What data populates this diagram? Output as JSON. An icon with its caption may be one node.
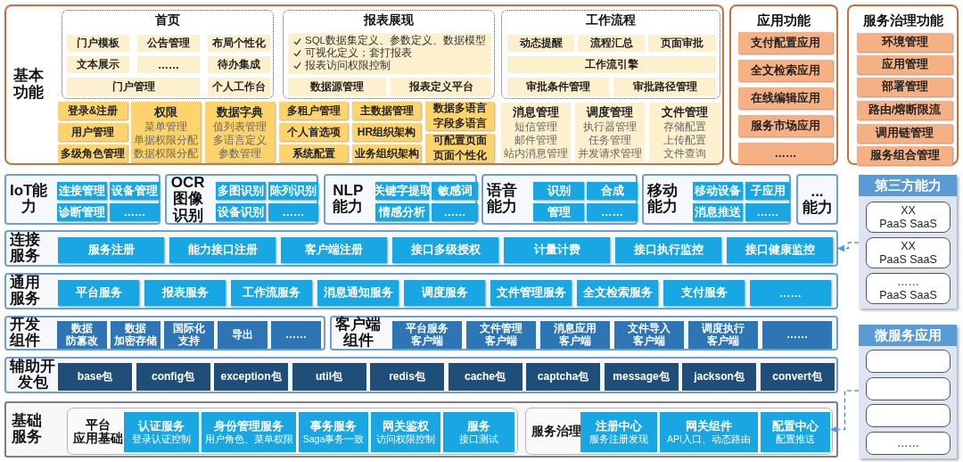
{
  "diagram": {
    "nodes": [
      {
        "text": [
          "基本功能"
        ]
      },
      {
        "text": [
          "首页"
        ],
        "in": 0
      },
      {
        "text": [
          "门户模板"
        ],
        "in": 1
      },
      {
        "text": [
          "公告管理"
        ],
        "in": 1
      },
      {
        "text": [
          "布局个性化"
        ],
        "in": 1
      },
      {
        "text": [
          "文本展示"
        ],
        "in": 1
      },
      {
        "text": [
          "……"
        ],
        "in": 1
      },
      {
        "text": [
          "待办集成"
        ],
        "in": 1
      },
      {
        "text": [
          "门户管理"
        ],
        "in": 1
      },
      {
        "text": [
          "个人工作台"
        ],
        "in": 1
      },
      {
        "text": [
          "报表展现"
        ],
        "in": 0
      },
      {
        "text": [
          "SQL数据集定义、参数定义、数据模型",
          "可视化定义；套打报表",
          "报表访问权限控制"
        ],
        "in": 10
      },
      {
        "text": [
          "数据源管理"
        ],
        "in": 10
      },
      {
        "text": [
          "报表定义平台"
        ],
        "in": 10
      },
      {
        "text": [
          "工作流程"
        ],
        "in": 0
      },
      {
        "text": [
          "动态提醒"
        ],
        "in": 14
      },
      {
        "text": [
          "流程汇总"
        ],
        "in": 14
      },
      {
        "text": [
          "页面审批"
        ],
        "in": 14
      },
      {
        "text": [
          "工作流引擎"
        ],
        "in": 14
      },
      {
        "text": [
          "审批条件管理"
        ],
        "in": 14
      },
      {
        "text": [
          "审批路径管理"
        ],
        "in": 14
      },
      {
        "text": [
          "登录&注册"
        ],
        "in": 0
      },
      {
        "text": [
          "用户管理"
        ],
        "in": 0
      },
      {
        "text": [
          "多级角色管理"
        ],
        "in": 0
      },
      {
        "text": [
          "权限",
          "菜单管理",
          "单据权限分配",
          "数据权限分配"
        ],
        "in": 0
      },
      {
        "text": [
          "数据字典",
          "值列表管理",
          "多语言定义",
          "参数管理"
        ],
        "in": 0
      },
      {
        "text": [
          "多租户管理"
        ],
        "in": 0
      },
      {
        "text": [
          "个人首选项"
        ],
        "in": 0
      },
      {
        "text": [
          "系统配置"
        ],
        "in": 0
      },
      {
        "text": [
          "主数据管理"
        ],
        "in": 0
      },
      {
        "text": [
          "HR组织架构"
        ],
        "in": 0
      },
      {
        "text": [
          "业务组织架构"
        ],
        "in": 0
      },
      {
        "text": [
          "数据多语言",
          "字段多语言"
        ],
        "in": 0
      },
      {
        "text": [
          "可配置页面",
          "页面个性化"
        ],
        "in": 0
      },
      {
        "text": [
          "消息管理",
          "短信管理",
          "邮件管理",
          "站内消息管理"
        ],
        "in": 0
      },
      {
        "text": [
          "调度管理",
          "执行器管理",
          "任务管理",
          "并发请求管理"
        ],
        "in": 0
      },
      {
        "text": [
          "文件管理",
          "存储配置",
          "上传配置",
          "文件查询"
        ],
        "in": 0
      },
      {
        "text": [
          "应用功能"
        ]
      },
      {
        "text": [
          "支付配置应用"
        ],
        "in": 37
      },
      {
        "text": [
          "全文检索应用"
        ],
        "in": 37
      },
      {
        "text": [
          "在线编辑应用"
        ],
        "in": 37
      },
      {
        "text": [
          "服务市场应用"
        ],
        "in": 37
      },
      {
        "text": [
          "……"
        ],
        "in": 37
      },
      {
        "text": [
          "服务治理功能"
        ]
      },
      {
        "text": [
          "环境管理"
        ],
        "in": 43
      },
      {
        "text": [
          "应用管理"
        ],
        "in": 43
      },
      {
        "text": [
          "部署管理"
        ],
        "in": 43
      },
      {
        "text": [
          "路由/熔断限流"
        ],
        "in": 43
      },
      {
        "text": [
          "调用链管理"
        ],
        "in": 43
      },
      {
        "text": [
          "服务组合管理"
        ],
        "in": 43
      },
      {
        "text": [
          "IoT能力"
        ]
      },
      {
        "text": [
          "连接管理"
        ],
        "in": 50
      },
      {
        "text": [
          "设备管理"
        ],
        "in": 50
      },
      {
        "text": [
          "诊断管理"
        ],
        "in": 50
      },
      {
        "text": [
          "……"
        ],
        "in": 50
      },
      {
        "text": [
          "OCR图像识别"
        ]
      },
      {
        "text": [
          "多图识别"
        ],
        "in": 55
      },
      {
        "text": [
          "陈列识别"
        ],
        "in": 55
      },
      {
        "text": [
          "设备识别"
        ],
        "in": 55
      },
      {
        "text": [
          "……"
        ],
        "in": 55
      },
      {
        "text": [
          "NLP能力"
        ]
      },
      {
        "text": [
          "关键字提取"
        ],
        "in": 60
      },
      {
        "text": [
          "敏感词"
        ],
        "in": 60
      },
      {
        "text": [
          "情感分析"
        ],
        "in": 60
      },
      {
        "text": [
          "……"
        ],
        "in": 60
      },
      {
        "text": [
          "语音能力"
        ]
      },
      {
        "text": [
          "识别"
        ],
        "in": 65
      },
      {
        "text": [
          "合成"
        ],
        "in": 65
      },
      {
        "text": [
          "管理"
        ],
        "in": 65
      },
      {
        "text": [
          "……"
        ],
        "in": 65
      },
      {
        "text": [
          "移动能力"
        ]
      },
      {
        "text": [
          "移动设备"
        ],
        "in": 70
      },
      {
        "text": [
          "子应用"
        ],
        "in": 70
      },
      {
        "text": [
          "消息推送"
        ],
        "in": 70
      },
      {
        "text": [
          "……"
        ],
        "in": 70
      },
      {
        "text": [
          "...",
          "能力"
        ]
      },
      {
        "text": [
          "连接服务"
        ]
      },
      {
        "text": [
          "服务注册"
        ],
        "in": 76
      },
      {
        "text": [
          "能力接口注册"
        ],
        "in": 76
      },
      {
        "text": [
          "客户端注册"
        ],
        "in": 76
      },
      {
        "text": [
          "接口多级授权"
        ],
        "in": 76
      },
      {
        "text": [
          "计量计费"
        ],
        "in": 76
      },
      {
        "text": [
          "接口执行监控"
        ],
        "in": 76
      },
      {
        "text": [
          "接口健康监控"
        ],
        "in": 76
      },
      {
        "text": [
          "通用服务"
        ]
      },
      {
        "text": [
          "平台服务"
        ],
        "in": 84
      },
      {
        "text": [
          "报表服务"
        ],
        "in": 84
      },
      {
        "text": [
          "工作流服务"
        ],
        "in": 84
      },
      {
        "text": [
          "消息通知服务"
        ],
        "in": 84
      },
      {
        "text": [
          "调度服务"
        ],
        "in": 84
      },
      {
        "text": [
          "文件管理服务"
        ],
        "in": 84
      },
      {
        "text": [
          "全文检索服务"
        ],
        "in": 84
      },
      {
        "text": [
          "支付服务"
        ],
        "in": 84
      },
      {
        "text": [
          "……"
        ],
        "in": 84
      },
      {
        "text": [
          "开发组件"
        ]
      },
      {
        "text": [
          "数据",
          "防篡改"
        ],
        "in": 94
      },
      {
        "text": [
          "数据",
          "加密存储"
        ],
        "in": 94
      },
      {
        "text": [
          "国际化",
          "支持"
        ],
        "in": 94
      },
      {
        "text": [
          "导出"
        ],
        "in": 94
      },
      {
        "text": [
          "……"
        ],
        "in": 94
      },
      {
        "text": [
          "客户端组件"
        ]
      },
      {
        "text": [
          "平台服务",
          "客户端"
        ],
        "in": 100
      },
      {
        "text": [
          "文件管理",
          "客户端"
        ],
        "in": 100
      },
      {
        "text": [
          "消息应用",
          "客户端"
        ],
        "in": 100
      },
      {
        "text": [
          "文件导入",
          "客户端"
        ],
        "in": 100
      },
      {
        "text": [
          "调度执行",
          "客户端"
        ],
        "in": 100
      },
      {
        "text": [
          "……"
        ],
        "in": 100
      },
      {
        "text": [
          "辅助开发包"
        ]
      },
      {
        "text": [
          "base包"
        ],
        "in": 107
      },
      {
        "text": [
          "config包"
        ],
        "in": 107
      },
      {
        "text": [
          "exception包"
        ],
        "in": 107
      },
      {
        "text": [
          "util包"
        ],
        "in": 107
      },
      {
        "text": [
          "redis包"
        ],
        "in": 107
      },
      {
        "text": [
          "cache包"
        ],
        "in": 107
      },
      {
        "text": [
          "captcha包"
        ],
        "in": 107
      },
      {
        "text": [
          "message包"
        ],
        "in": 107
      },
      {
        "text": [
          "jackson包"
        ],
        "in": 107
      },
      {
        "text": [
          "convert包"
        ],
        "in": 107
      },
      {
        "text": [
          "基础服务"
        ]
      },
      {
        "text": [
          "平台",
          "应用基础"
        ],
        "in": 118
      },
      {
        "text": [
          "认证服务",
          "登录认证控制"
        ],
        "in": 119
      },
      {
        "text": [
          "身份管理服务",
          "用户角色、菜单权限"
        ],
        "in": 119
      },
      {
        "text": [
          "事务服务",
          "Saga事务一致"
        ],
        "in": 119
      },
      {
        "text": [
          "网关鉴权",
          "访问权限控制"
        ],
        "in": 119
      },
      {
        "text": [
          "服务",
          "接口测试"
        ],
        "in": 119
      },
      {
        "text": [
          "服务治理"
        ],
        "in": 118
      },
      {
        "text": [
          "注册中心",
          "服务注册发现"
        ],
        "in": 125
      },
      {
        "text": [
          "网关组件",
          "API入口、动态路由"
        ],
        "in": 125
      },
      {
        "text": [
          "配置中心",
          "配置推送"
        ],
        "in": 125
      },
      {
        "text": [
          "第三方能力"
        ]
      },
      {
        "text": [
          "XX",
          "PaaS SaaS"
        ],
        "in": 129
      },
      {
        "text": [
          "XX",
          "PaaS SaaS"
        ],
        "in": 129
      },
      {
        "text": [
          "……",
          "PaaS SaaS"
        ],
        "in": 129
      },
      {
        "text": [
          "微服务应用"
        ]
      },
      {
        "text": [],
        "shape": "box",
        "in": 133
      },
      {
        "text": [],
        "shape": "box",
        "in": 133
      },
      {
        "text": [],
        "shape": "box",
        "in": 133
      },
      {
        "text": [
          "……"
        ],
        "in": 133
      }
    ],
    "edges": [
      {
        "from": 129,
        "to": 76,
        "arrow": "to",
        "style": "dashed",
        "color": "#5b9bd5"
      },
      {
        "from": 133,
        "to": 125,
        "arrow": "to",
        "style": "dashed",
        "color": "#5b9bd5"
      }
    ]
  }
}
